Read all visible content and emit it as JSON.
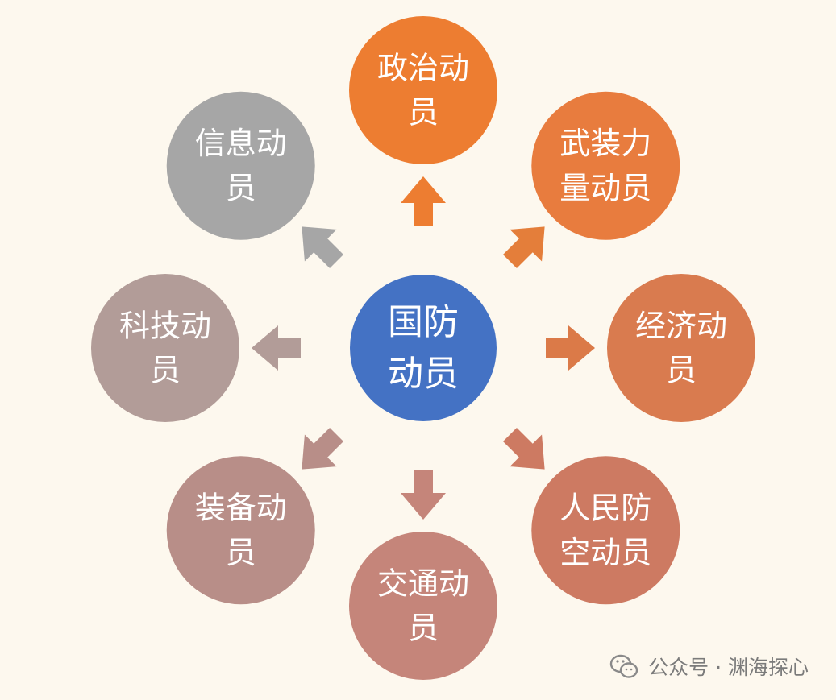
{
  "center": {
    "lines": [
      "国防",
      "动员"
    ],
    "color": "#4472c4"
  },
  "nodes": [
    {
      "name": "political",
      "lines": [
        "政治动",
        "员"
      ],
      "color": "#ed7d31",
      "arrow": "#ed7d31",
      "angle": 0
    },
    {
      "name": "armed-forces",
      "lines": [
        "武装力",
        "量动员"
      ],
      "color": "#e87c3e",
      "arrow": "#e47e3a",
      "angle": 45
    },
    {
      "name": "economic",
      "lines": [
        "经济动",
        "员"
      ],
      "color": "#d97b4f",
      "arrow": "#db7a48",
      "angle": 90
    },
    {
      "name": "civil-air-defense",
      "lines": [
        "人民防",
        "空动员"
      ],
      "color": "#cd7a62",
      "arrow": "#cd7a62",
      "angle": 135
    },
    {
      "name": "transport",
      "lines": [
        "交通动",
        "员"
      ],
      "color": "#c5857a",
      "arrow": "#c5857a",
      "angle": 180
    },
    {
      "name": "equipment",
      "lines": [
        "装备动",
        "员"
      ],
      "color": "#b88e88",
      "arrow": "#b88e88",
      "angle": 225
    },
    {
      "name": "sci-tech",
      "lines": [
        "科技动",
        "员"
      ],
      "color": "#b29c98",
      "arrow": "#b29c98",
      "angle": 270
    },
    {
      "name": "information",
      "lines": [
        "信息动",
        "员"
      ],
      "color": "#a6a6a6",
      "arrow": "#a6a6a6",
      "angle": 315
    }
  ],
  "watermark": {
    "text": "公众号 · 渊海探心",
    "icon": "wechat-icon"
  }
}
